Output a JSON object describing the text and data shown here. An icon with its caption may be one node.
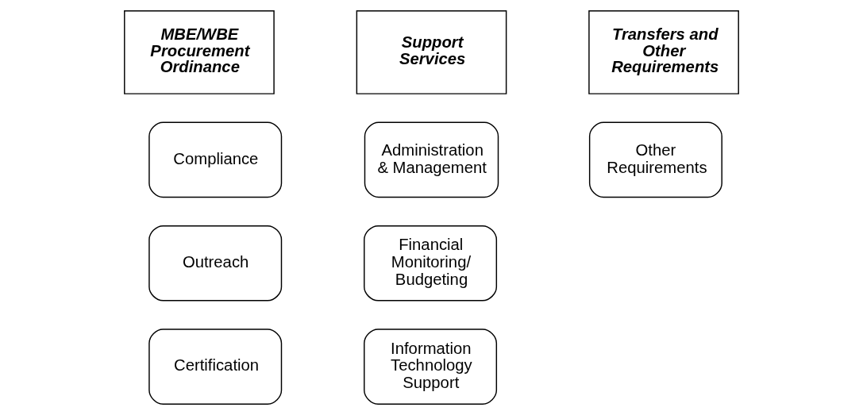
{
  "diagram": {
    "nodes": [
      {
        "text": [
          "MBE/WBE Procurement Ordinance"
        ]
      },
      {
        "text": [
          "Support Services"
        ]
      },
      {
        "text": [
          "Transfers and Other Requirements"
        ]
      },
      {
        "text": [
          "Compliance"
        ]
      },
      {
        "text": [
          "Outreach"
        ]
      },
      {
        "text": [
          "Certification"
        ]
      },
      {
        "text": [
          "Administration & Management"
        ]
      },
      {
        "text": [
          "Financial Monitoring/ Budgeting"
        ]
      },
      {
        "text": [
          "Information Technology Support"
        ]
      },
      {
        "text": [
          "Other Requirements"
        ]
      }
    ],
    "edges": []
  }
}
